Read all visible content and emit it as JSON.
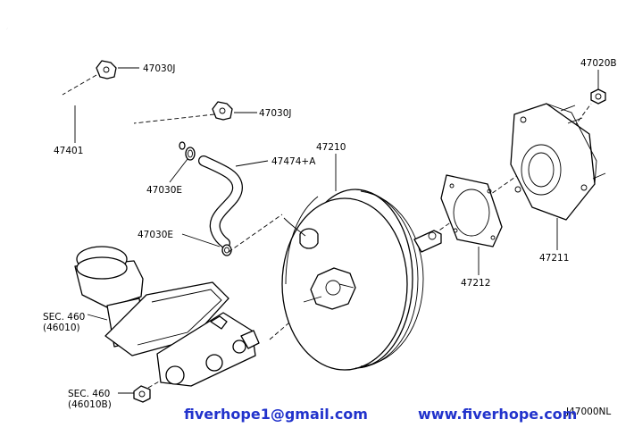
{
  "labels": {
    "p47030J_a": "47030J",
    "p47030J_b": "47030J",
    "p47401": "47401",
    "p47030E_a": "47030E",
    "p47474": "47474+A",
    "p47030E_b": "47030E",
    "p47210": "47210",
    "p47212": "47212",
    "p47211": "47211",
    "p47020B": "47020B",
    "sec460_a": "SEC. 460",
    "sec460_a_sub": "(46010)",
    "sec460_b": "SEC. 460",
    "sec460_b_sub": "(46010B)",
    "diagram_code": "J47000NL"
  },
  "footer": {
    "email": "fiverhope1@gmail.com",
    "website": "www.fiverhope.com",
    "color": "#2233cc"
  }
}
